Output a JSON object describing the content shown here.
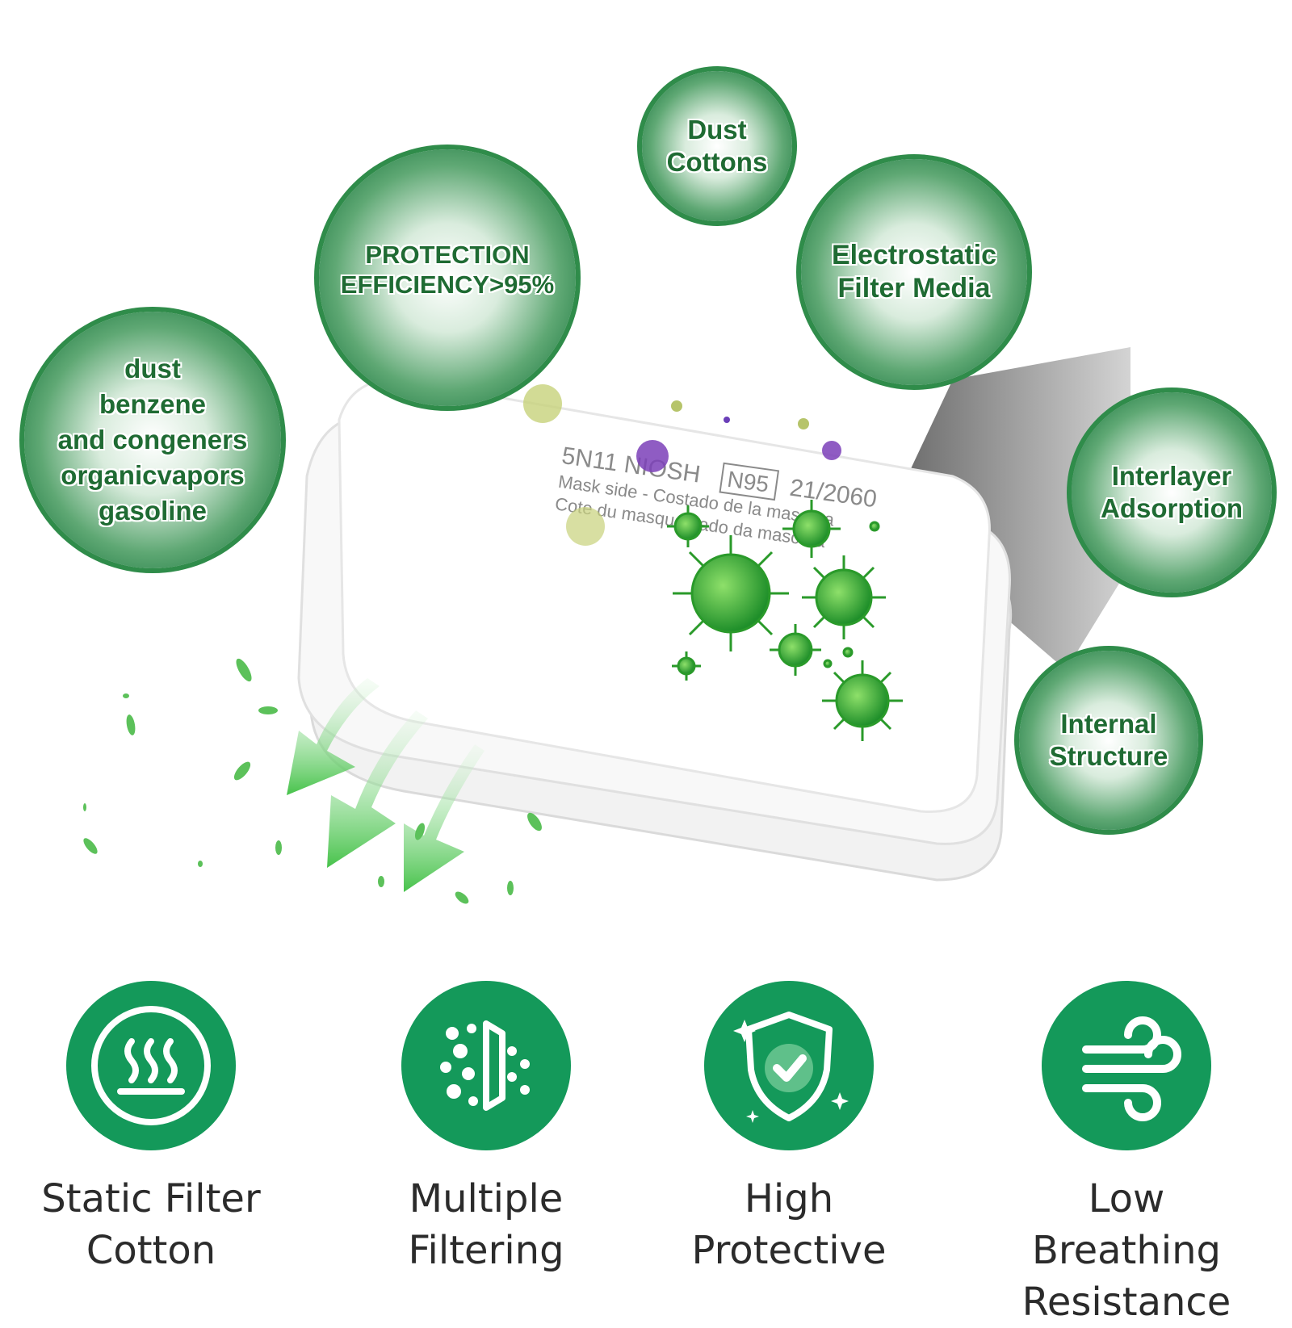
{
  "bubbles": [
    {
      "id": "dust-cottons",
      "text": "Dust\nCottons"
    },
    {
      "id": "protection-efficiency",
      "text": "PROTECTION\nEFFICIENCY>95%"
    },
    {
      "id": "electrostatic",
      "text": "Electrostatic\nFilter Media"
    },
    {
      "id": "contaminants",
      "text": "dust\nbenzene\nand congeners\norganicvapors\ngasoline"
    },
    {
      "id": "interlayer",
      "text": "Interlayer\nAdsorption"
    },
    {
      "id": "internal",
      "text": "Internal\nStructure"
    }
  ],
  "filter_print": {
    "line1": "5N11 NIOSH",
    "badge": "N95",
    "code": "21/2060",
    "line2": "Mask side - Costado de la mascara",
    "line3": "Cote du masque  Lado da mascara"
  },
  "features": [
    {
      "label": "Static Filter\nCotton",
      "icon": "heat-waves-icon"
    },
    {
      "label": "Multiple\nFiltering",
      "icon": "filter-particles-icon"
    },
    {
      "label": "High\nProtective",
      "icon": "shield-check-icon"
    },
    {
      "label": "Low Breathing\nResistance",
      "icon": "airflow-icon"
    }
  ],
  "colors": {
    "feature_green": "#14995a",
    "bubble_text": "#1f6b33",
    "virus_green": "#3fb83a"
  }
}
